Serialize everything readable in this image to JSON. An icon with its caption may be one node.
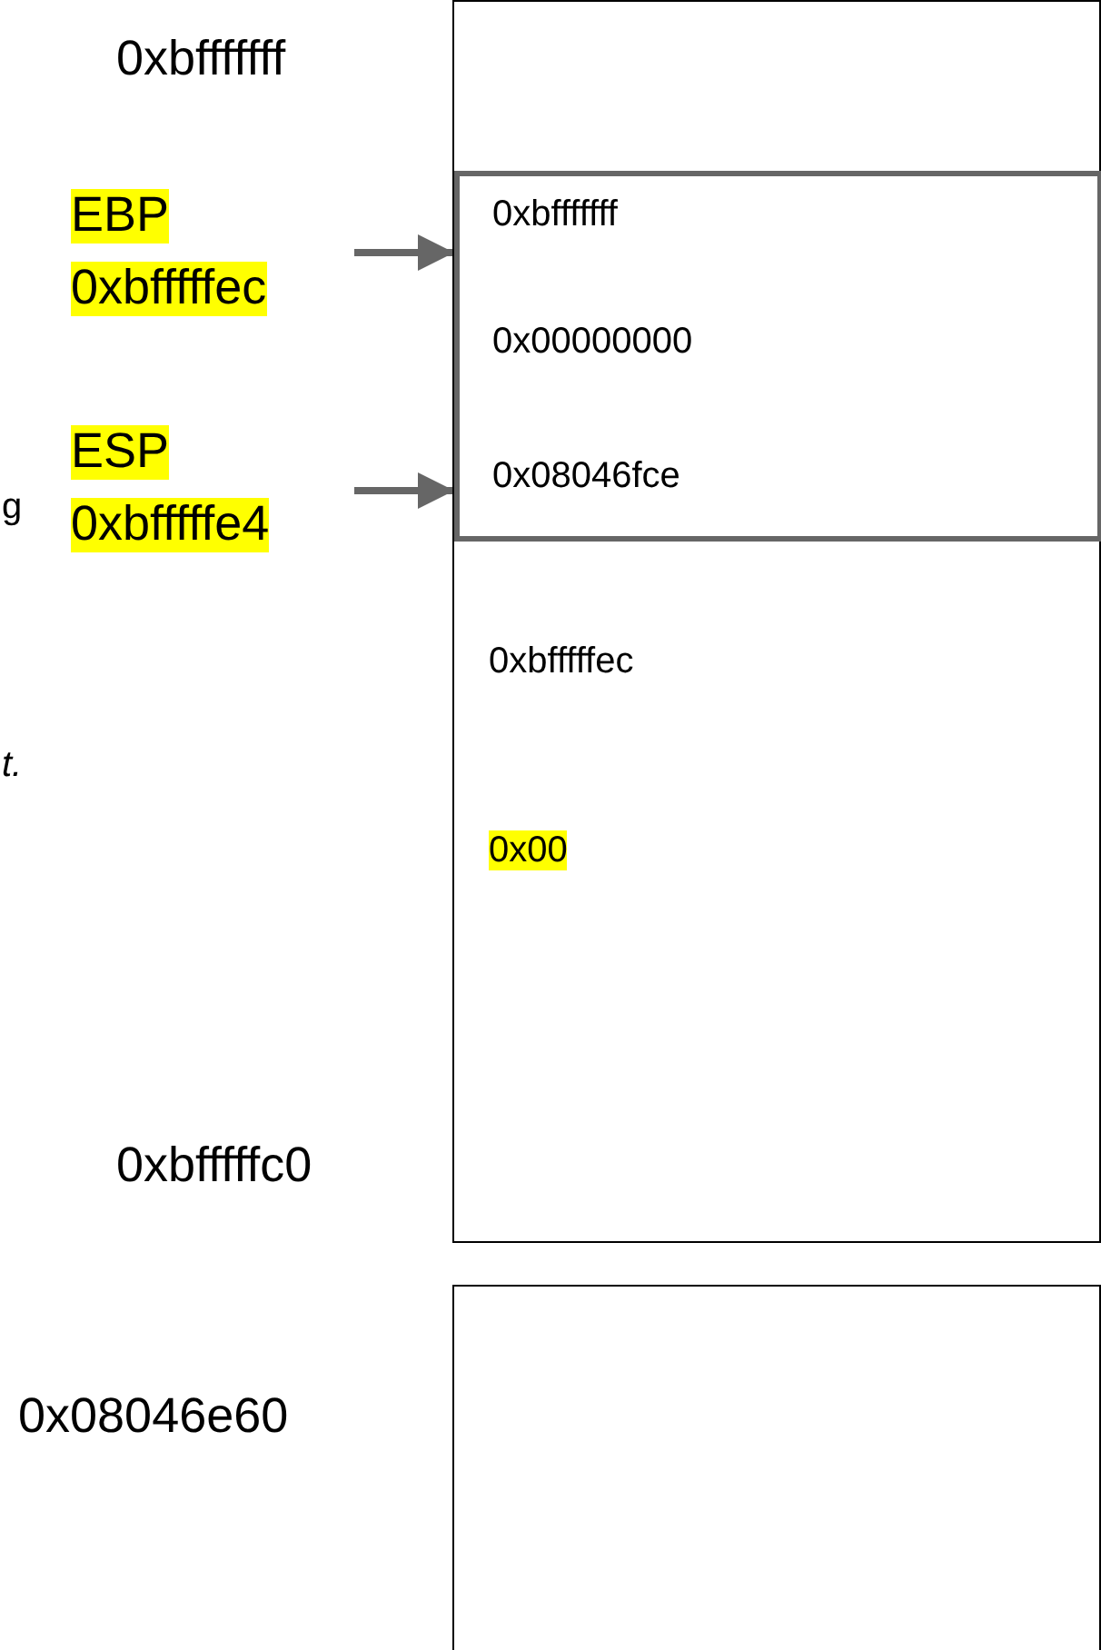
{
  "diagram": {
    "nodes": [
      {
        "text": [],
        "shape": "box"
      },
      {
        "text": [
          "0xbfffffff",
          "0x00000000",
          "0x08046fce"
        ],
        "in": 0
      },
      {
        "text": [
          "EBP",
          "0xbfffffec"
        ]
      },
      {
        "text": [
          "ESP",
          "0xbfffffe4"
        ]
      },
      {
        "text": [],
        "shape": "box"
      }
    ],
    "edges": [
      {
        "from": 2,
        "to": 1,
        "arrow": "to"
      },
      {
        "from": 3,
        "to": 1,
        "arrow": "to"
      }
    ],
    "labels": [
      "0xbfffffff",
      "g",
      "0xbfffffec",
      "t.",
      "0x00",
      "0xbfffffc0",
      "0x08046e60"
    ]
  }
}
